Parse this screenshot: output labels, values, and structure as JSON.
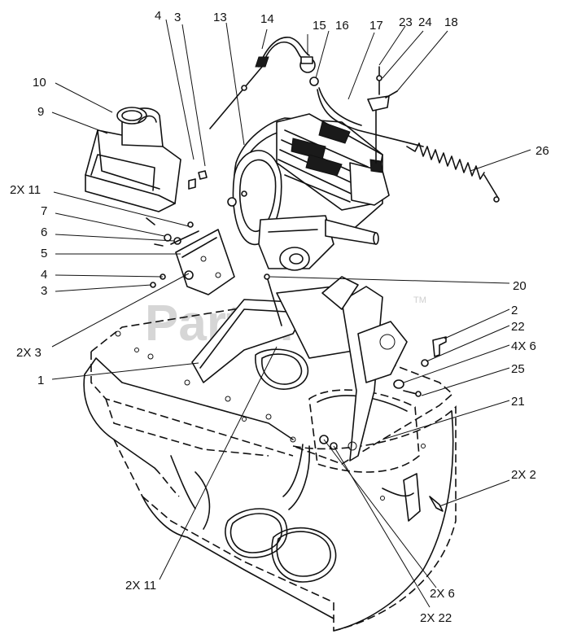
{
  "watermark": {
    "text": "PartsTree",
    "tm": "TM"
  },
  "callouts": [
    {
      "id": "c-4-top",
      "label": "4"
    },
    {
      "id": "c-3-top",
      "label": "3"
    },
    {
      "id": "c-13",
      "label": "13"
    },
    {
      "id": "c-14",
      "label": "14"
    },
    {
      "id": "c-15",
      "label": "15"
    },
    {
      "id": "c-16",
      "label": "16"
    },
    {
      "id": "c-17",
      "label": "17"
    },
    {
      "id": "c-23",
      "label": "23"
    },
    {
      "id": "c-24",
      "label": "24"
    },
    {
      "id": "c-18",
      "label": "18"
    },
    {
      "id": "c-10",
      "label": "10"
    },
    {
      "id": "c-9",
      "label": "9"
    },
    {
      "id": "c-26",
      "label": "26"
    },
    {
      "id": "c-2x11-top",
      "label": "2X 11"
    },
    {
      "id": "c-7",
      "label": "7"
    },
    {
      "id": "c-6",
      "label": "6"
    },
    {
      "id": "c-5",
      "label": "5"
    },
    {
      "id": "c-4-mid",
      "label": "4"
    },
    {
      "id": "c-3-mid",
      "label": "3"
    },
    {
      "id": "c-20",
      "label": "20"
    },
    {
      "id": "c-2",
      "label": "2"
    },
    {
      "id": "c-22",
      "label": "22"
    },
    {
      "id": "c-4x6",
      "label": "4X 6"
    },
    {
      "id": "c-25",
      "label": "25"
    },
    {
      "id": "c-2x3",
      "label": "2X 3"
    },
    {
      "id": "c-1",
      "label": "1"
    },
    {
      "id": "c-21",
      "label": "21"
    },
    {
      "id": "c-2x2",
      "label": "2X 2"
    },
    {
      "id": "c-2x11-bot",
      "label": "2X 11"
    },
    {
      "id": "c-2x6",
      "label": "2X 6"
    },
    {
      "id": "c-2x22",
      "label": "2X 22"
    }
  ]
}
